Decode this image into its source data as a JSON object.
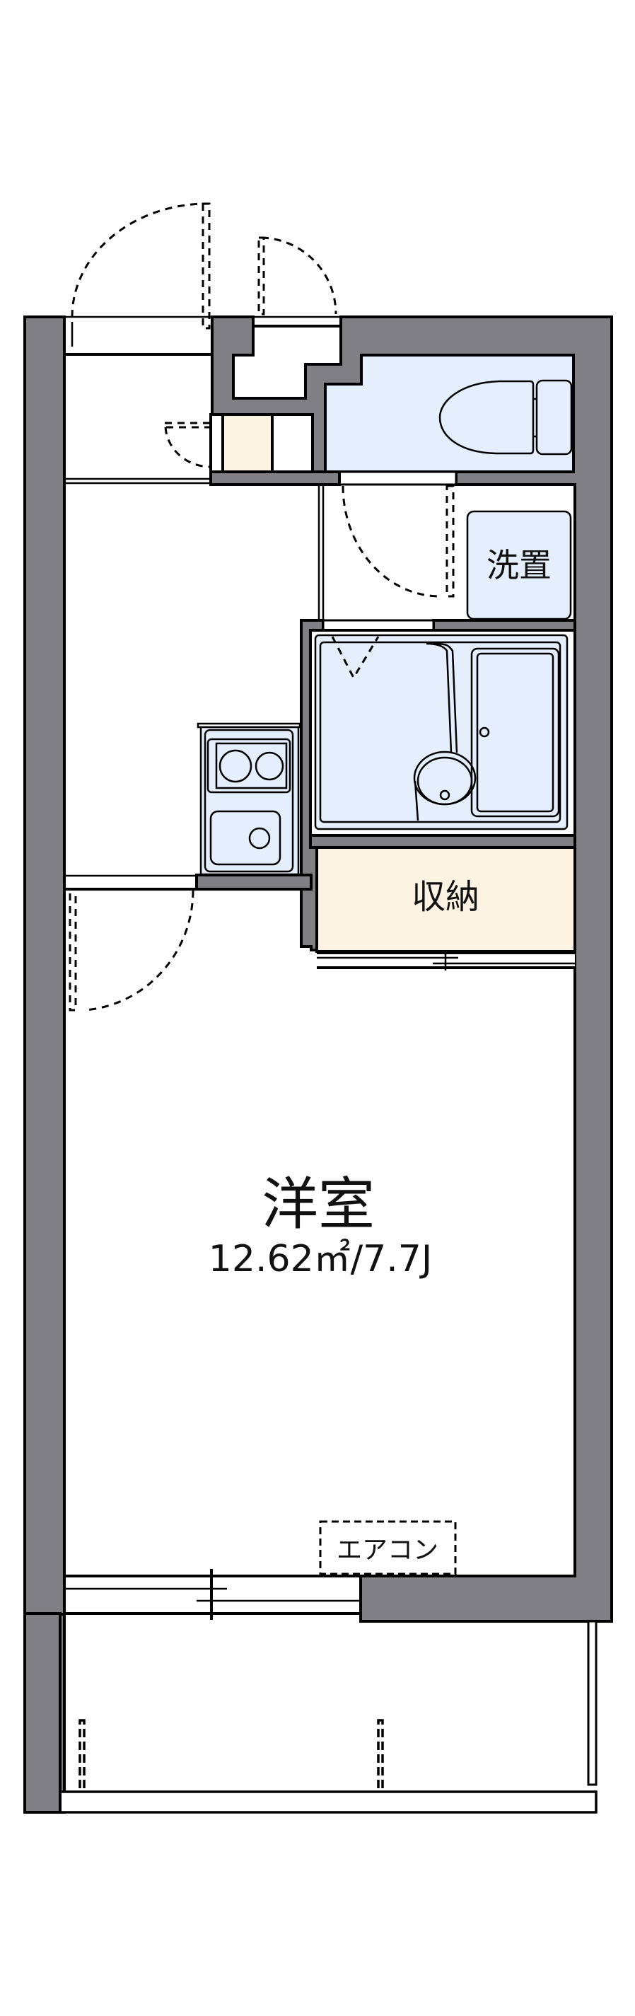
{
  "floorplan": {
    "colors": {
      "wall": "#807F83",
      "wet_area": "#E4EEFC",
      "storage": "#FDF3E2",
      "line": "#000000",
      "background": "#FFFFFF"
    },
    "rooms": {
      "western_room": {
        "label": "洋室",
        "area": "12.62㎡/7.7J"
      },
      "storage": {
        "label": "収納"
      },
      "washer_space": {
        "label": "洗置"
      }
    },
    "fixtures": {
      "aircon": {
        "label": "エアコン"
      }
    },
    "icons": [
      "toilet-icon",
      "bathtub-icon",
      "washbasin-icon",
      "stove-icon",
      "kitchen-sink-icon",
      "door-swing-icon",
      "sliding-window-icon"
    ]
  }
}
